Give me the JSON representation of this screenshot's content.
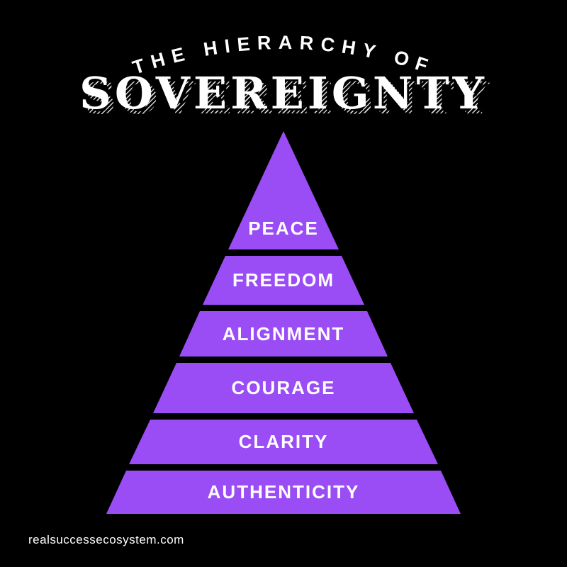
{
  "page": {
    "background": "#000000",
    "accent": "#9a4df5",
    "text_color": "#ffffff"
  },
  "title": {
    "line1": "THE HIERARCHY OF",
    "line2": "SOVEREIGNTY"
  },
  "pyramid": {
    "levels": [
      {
        "label": "PEACE"
      },
      {
        "label": "FREEDOM"
      },
      {
        "label": "ALIGNMENT"
      },
      {
        "label": "COURAGE"
      },
      {
        "label": "CLARITY"
      },
      {
        "label": "AUTHENTICITY"
      }
    ]
  },
  "footer": {
    "url": "realsuccessecosystem.com"
  }
}
